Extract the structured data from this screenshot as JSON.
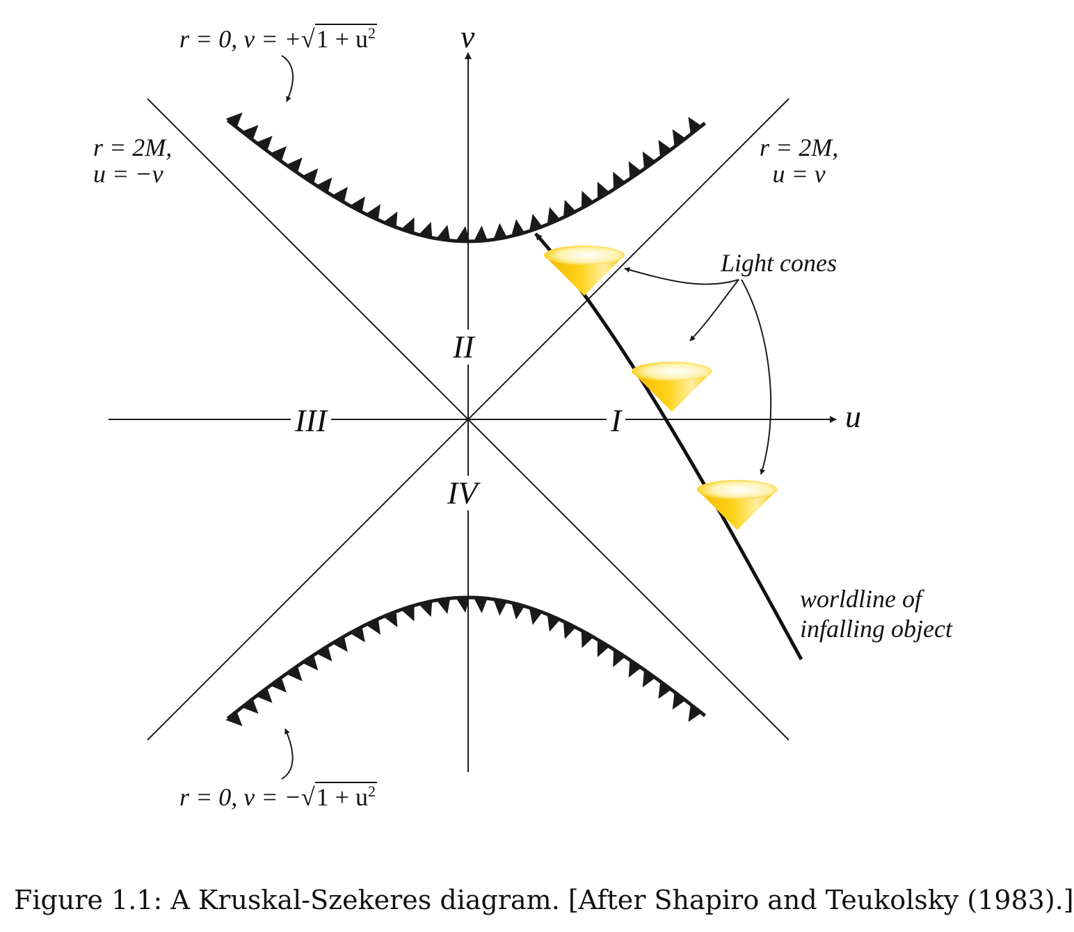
{
  "axes": {
    "v_label": "v",
    "u_label": "u"
  },
  "regions": {
    "I": "I",
    "II": "II",
    "III": "III",
    "IV": "IV"
  },
  "horizons": {
    "left_line1": "r = 2M,",
    "left_line2": "u = −v",
    "right_line1": "r = 2M,",
    "right_line2": "u = v"
  },
  "singularities": {
    "top_prefix": "r = 0, v = +",
    "top_radicand": "1 + u",
    "top_exponent": "2",
    "bottom_prefix": "r = 0, v = −",
    "bottom_radicand": "1 + u",
    "bottom_exponent": "2"
  },
  "annotations": {
    "light_cones": "Light cones",
    "worldline_line1": "worldline of",
    "worldline_line2": "infalling object"
  },
  "caption": "Figure 1.1: A Kruskal-Szekeres diagram. [After Shapiro and Teukolsky (1983).]",
  "colors": {
    "ink": "#1a1a1a",
    "cone_fill": "#f5c400",
    "cone_light": "#fff6c8"
  }
}
